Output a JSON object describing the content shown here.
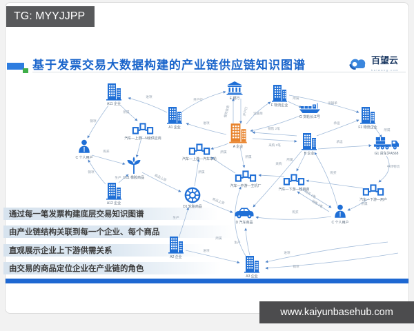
{
  "watermarks": {
    "tg_badge": "TG: MYYJJPP",
    "site_badge": "www.kaiyunbasehub.com"
  },
  "header": {
    "title": "基于发票交易大数据构建的产业链供应链知识图谱",
    "logo_text": "百望云",
    "logo_subtext": "baiwang.com"
  },
  "callouts": [
    "通过每一笔发票构建底层交易知识图谱",
    "由产业链结构关联到每一个企业、每个商品",
    "直观展示企业上下游供需关系",
    "由交易的商品定位企业在产业链的角色"
  ],
  "colors": {
    "node_blue": "#1f6fd6",
    "node_orange": "#e8832c",
    "title_blue": "#1a65cb",
    "accent_green": "#3fae49",
    "bottom_bar_blue": "#1e68d2",
    "edge_gray_blue": "#a3bcda"
  },
  "nodes": [
    {
      "id": "a11",
      "icon": "building-icon",
      "label": "A11 企业"
    },
    {
      "id": "a1",
      "icon": "building-icon",
      "label": "A1 企业"
    },
    {
      "id": "e-bank",
      "icon": "bank-icon",
      "label": "E 银行"
    },
    {
      "id": "f",
      "icon": "building-icon",
      "label": "F 物流企业"
    },
    {
      "id": "g-ship",
      "icon": "cargo-ship-icon",
      "label": "G 货轮长江号"
    },
    {
      "id": "f1",
      "icon": "building-icon",
      "label": "F1 物流企业"
    },
    {
      "id": "g1-truck",
      "icon": "truck-icon",
      "label": "G1 货车沪A568"
    },
    {
      "id": "a",
      "icon": "building-icon",
      "label": "A 企业"
    },
    {
      "id": "b",
      "icon": "building-icon",
      "label": "B 企业"
    },
    {
      "id": "chain-upstream-n",
      "icon": "chain-node-icon",
      "label": "汽车—上游—N级供应商"
    },
    {
      "id": "c-left",
      "icon": "person-icon",
      "label": "C 个人用户"
    },
    {
      "id": "d11",
      "icon": "plant-icon",
      "label": "D11 橡胶商品"
    },
    {
      "id": "a12",
      "icon": "building-icon",
      "label": "A12 企业"
    },
    {
      "id": "chain-upstream-wheel",
      "icon": "chain-node-icon",
      "label": "汽车—上游—汽车车轮"
    },
    {
      "id": "chain-mid-oem",
      "icon": "chain-node-icon",
      "label": "汽车—中游—主机厂"
    },
    {
      "id": "chain-down-dealer",
      "icon": "chain-node-icon",
      "label": "汽车—下游—经销商"
    },
    {
      "id": "chain-down-user",
      "icon": "chain-node-icon",
      "label": "汽车—下游—用户"
    },
    {
      "id": "d1",
      "icon": "wheel-icon",
      "label": "D1 轮胎商品"
    },
    {
      "id": "d",
      "icon": "car-icon",
      "label": "D 汽车商品"
    },
    {
      "id": "c-right",
      "icon": "person-icon",
      "label": "C 个人用户"
    },
    {
      "id": "a2",
      "icon": "building-icon",
      "label": "A2 企业"
    },
    {
      "id": "a3",
      "icon": "building-icon",
      "label": "A3 企业"
    }
  ],
  "edge_labels": [
    "开户行",
    "借贷信息",
    "开户行",
    "进项",
    "所属",
    "进项",
    "销项",
    "购买",
    "销项",
    "生产",
    "商品上游",
    "所属",
    "商品上游",
    "所属",
    "销售 2笔",
    "采购 2笔",
    "运输单",
    "所属",
    "运输单",
    "所属",
    "承运",
    "承运",
    "所属",
    "采购",
    "所属",
    "购买 2笔",
    "销售 2笔",
    "购买",
    "生产",
    "所属",
    "进项",
    "销项",
    "生产",
    "进项",
    "中转物流",
    "购买",
    "所属"
  ]
}
